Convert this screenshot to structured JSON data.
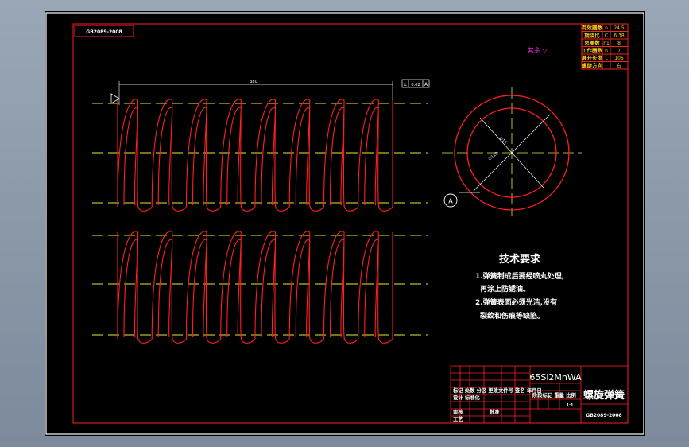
{
  "drawing": {
    "code_box": "GB2089-2008",
    "roughness_note": "其余 ▽",
    "dimension_length": "380",
    "dimension_diameter_text": "∅110",
    "dimension_wire_text": "∅14",
    "section_label": "A",
    "tolerance_frame": [
      "⊥",
      "0.02",
      "A"
    ]
  },
  "param_table": [
    {
      "label": "有效圈数",
      "sym": "n",
      "value": "24.5"
    },
    {
      "label": "旋绕比",
      "sym": "C",
      "value": "6.38"
    },
    {
      "label": "总圈数",
      "sym": "n1",
      "value": "8"
    },
    {
      "label": "工作圈数",
      "sym": "n",
      "value": "7"
    },
    {
      "label": "展开长度",
      "sym": "L",
      "value": "106"
    },
    {
      "label": "螺旋方向",
      "sym": "",
      "value": "右"
    }
  ],
  "requirements": {
    "title": "技术要求",
    "lines": [
      "1.弹簧制成后要经喷丸处理,",
      "再涂上防锈油。",
      "2.弹簧表面必须光洁,没有",
      "裂纹和伤痕等缺陷。"
    ]
  },
  "title_block": {
    "material": "65Si2MnWA",
    "part_name": "螺旋弹簧",
    "drawing_number": "GB2089-2008",
    "header_row": "标记 处数 分区 更改文件号 签名 年月日",
    "row2": "设计   标准化",
    "row3_left": "审核",
    "row3_right": "批准",
    "row4": "工艺",
    "stage_labels": "阶段标记 重量 比例",
    "scale": "1:1"
  }
}
